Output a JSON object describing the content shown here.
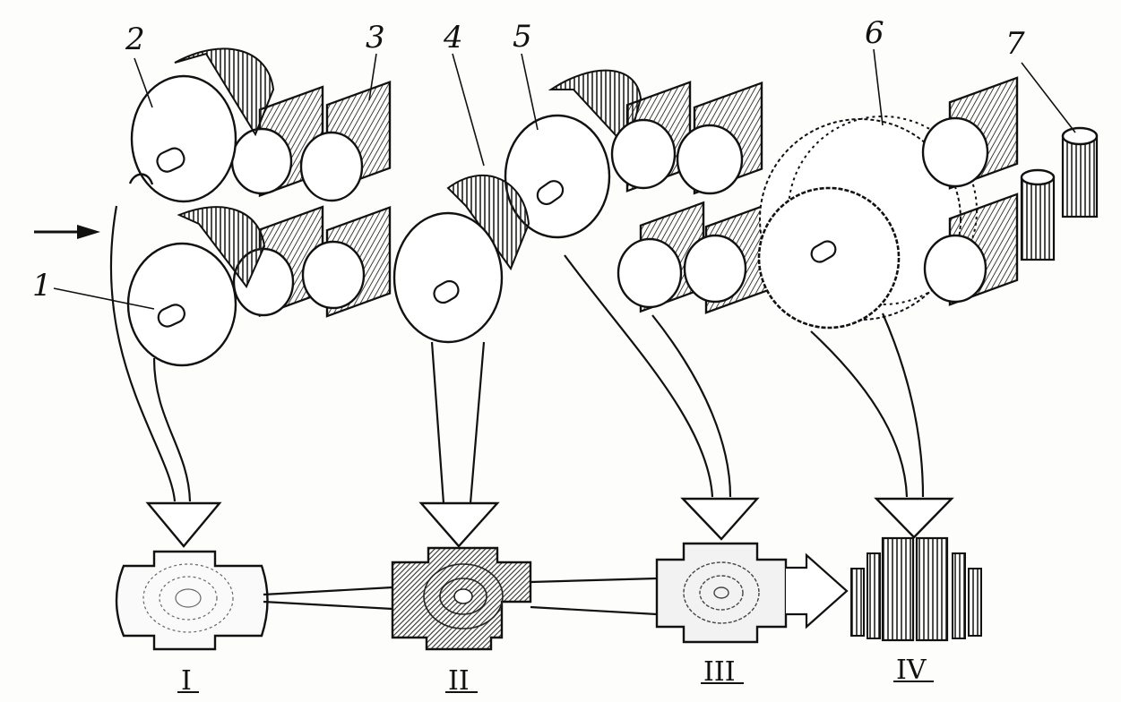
{
  "labels": {
    "n1": "1",
    "n2": "2",
    "n3": "3",
    "n4": "4",
    "n5": "5",
    "n6": "6",
    "n7": "7"
  },
  "stages": {
    "s1": "I",
    "s2": "II",
    "s3": "III",
    "s4": "IV"
  }
}
